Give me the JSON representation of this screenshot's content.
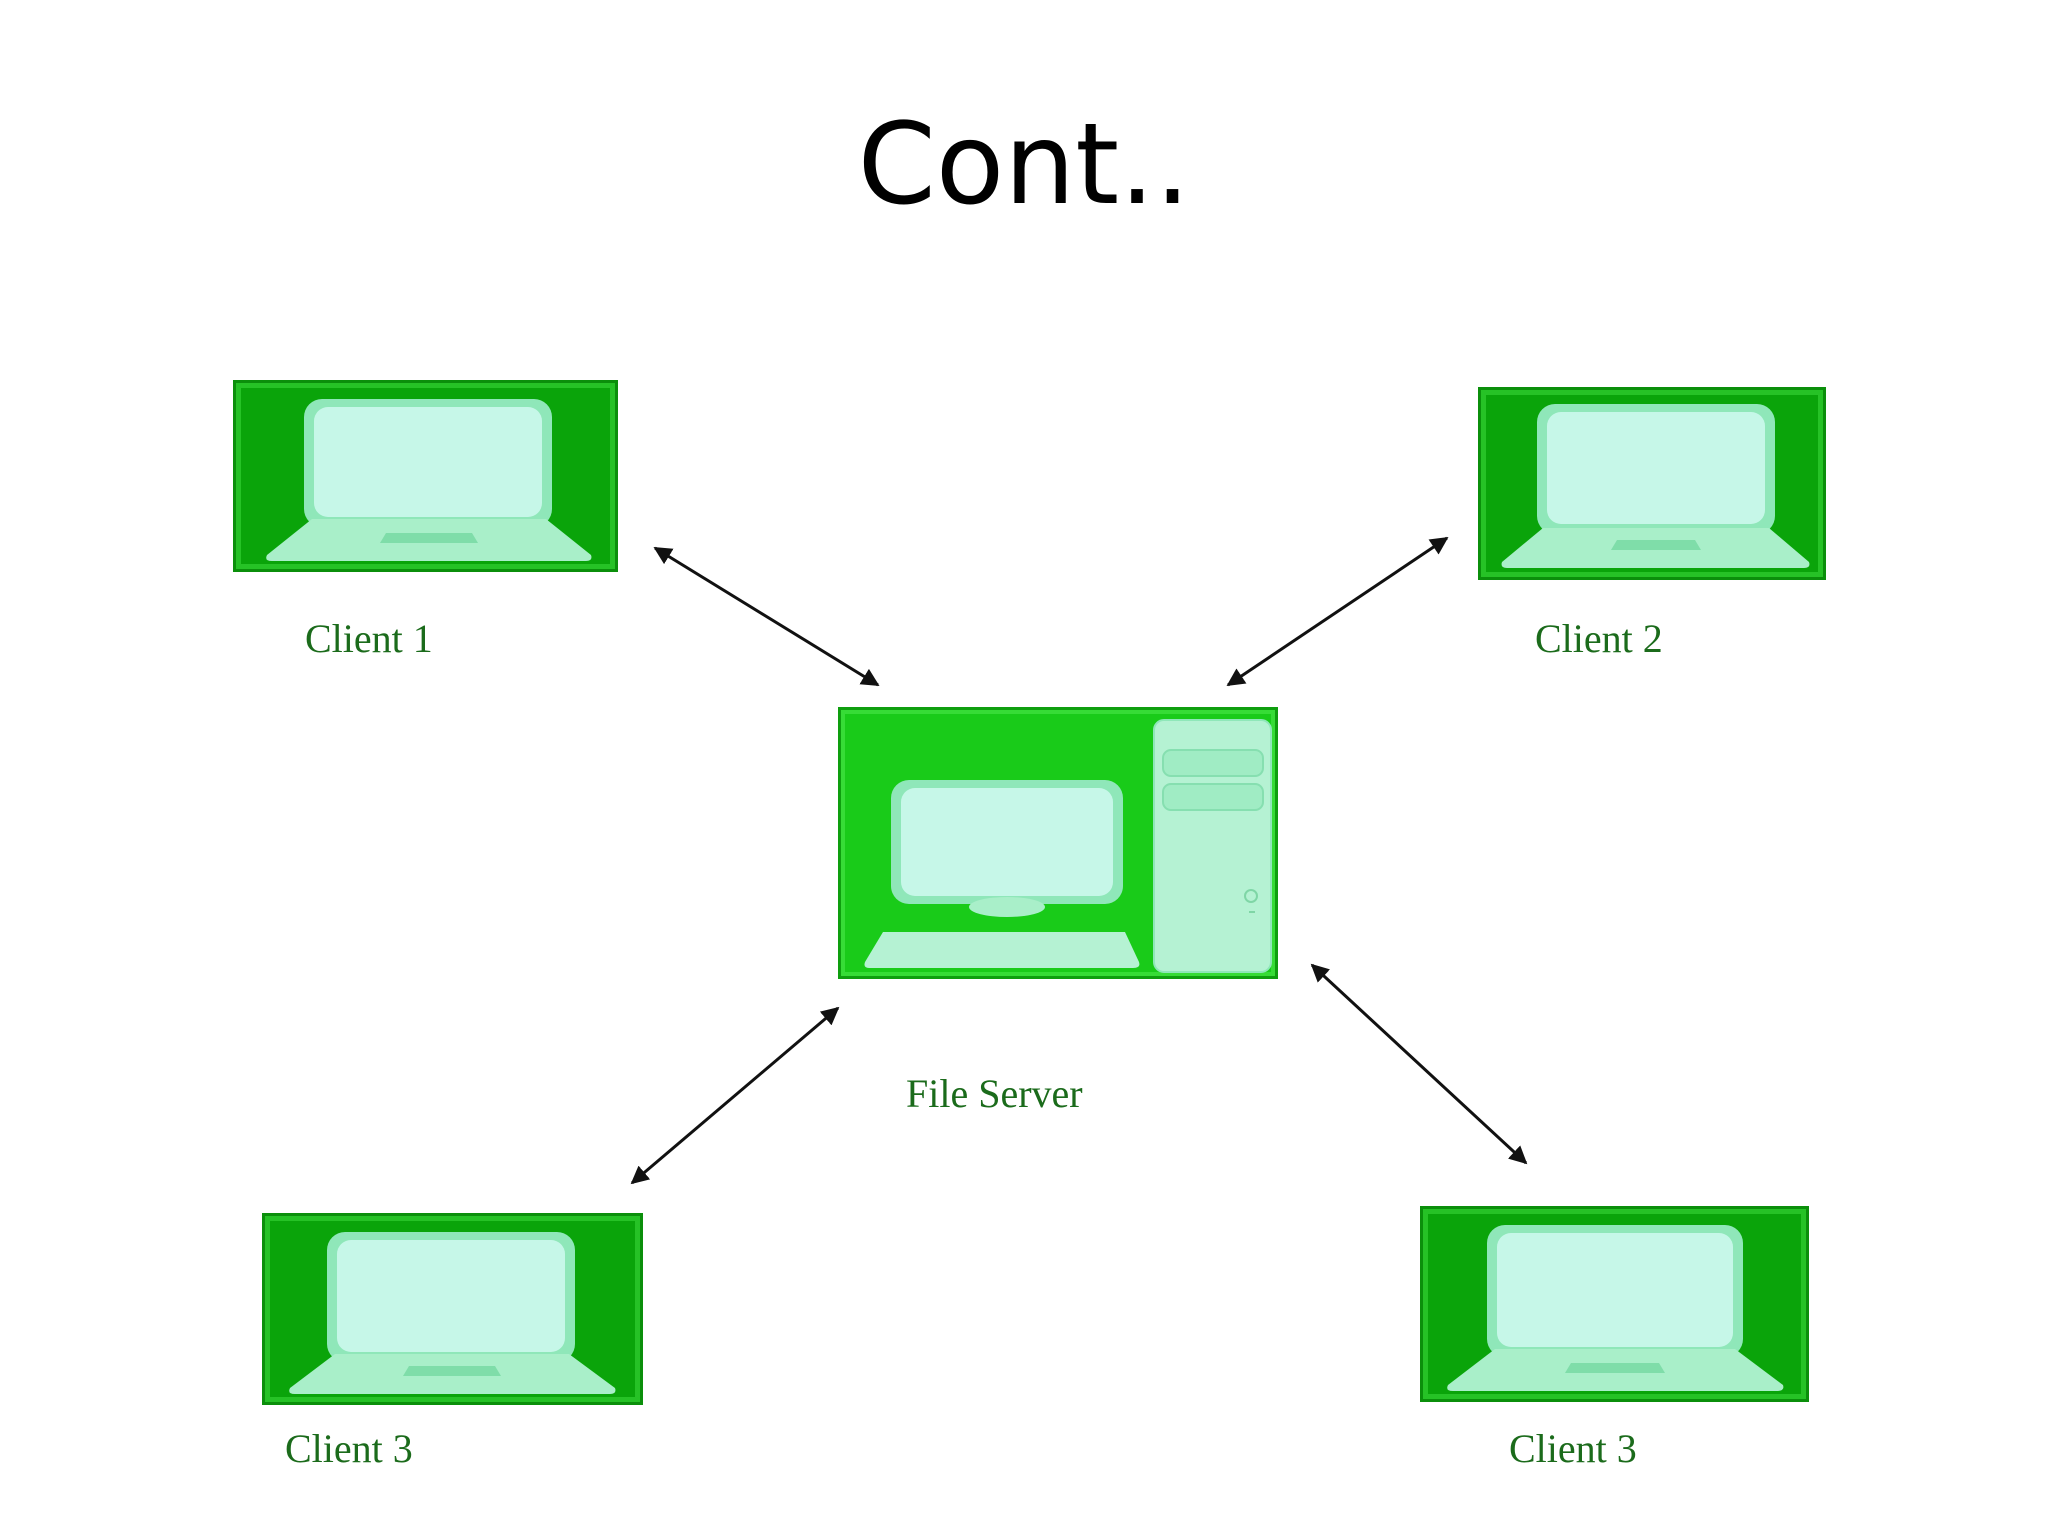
{
  "slide": {
    "title": "Cont.."
  },
  "diagram": {
    "server": {
      "label": "File Server"
    },
    "clients": [
      {
        "label": "Client 1"
      },
      {
        "label": "Client 2"
      },
      {
        "label": "Client 3"
      },
      {
        "label": "Client 3"
      }
    ]
  },
  "colors": {
    "box_green": "#0aa40a",
    "server_green": "#19cb19",
    "screen": "#c6f7e8",
    "label": "#1b6b1b",
    "arrow": "#111111"
  }
}
